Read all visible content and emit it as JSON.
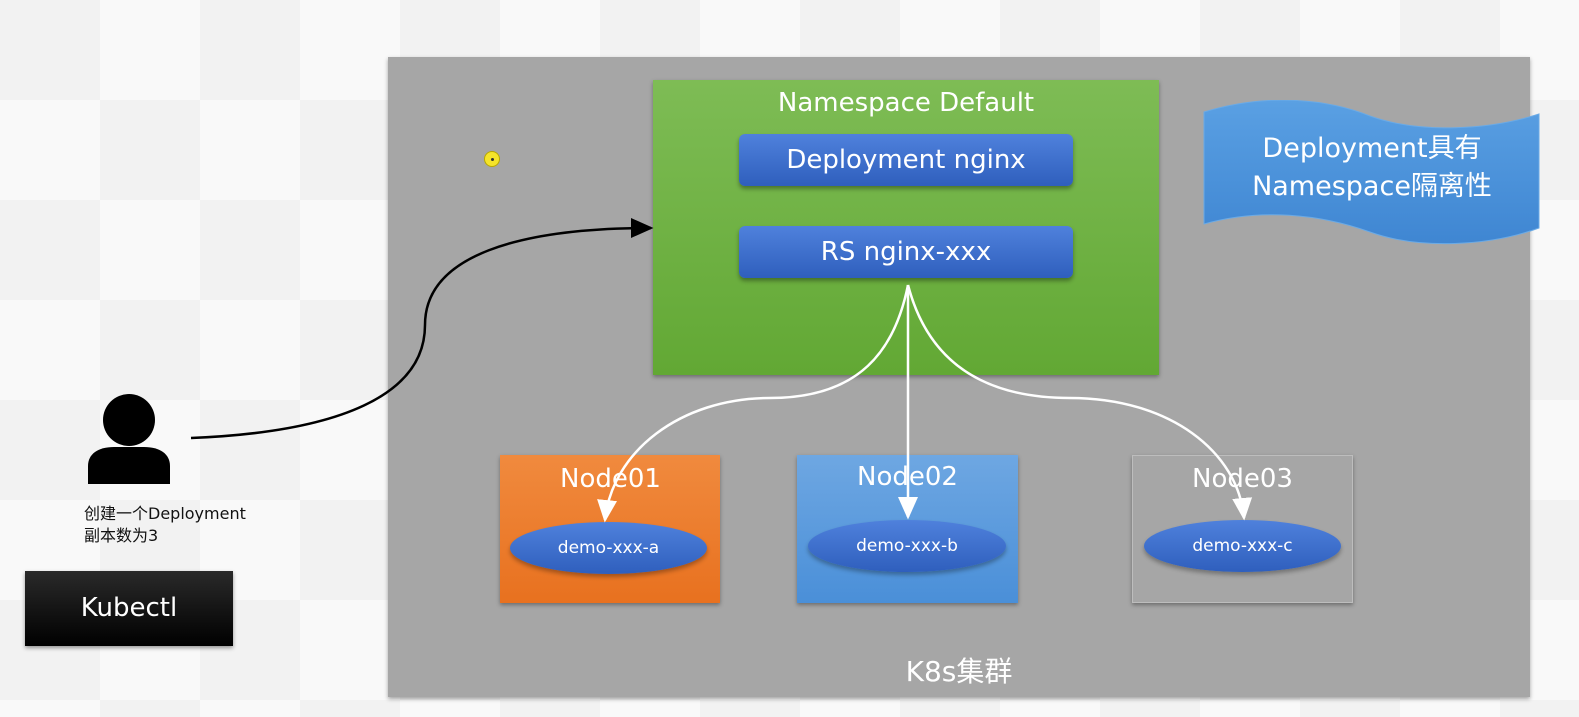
{
  "diagram": {
    "cluster_label": "K8s集群",
    "namespace_title": "Namespace Default",
    "deployment_label": "Deployment nginx",
    "rs_label": "RS nginx-xxx",
    "callout_line1": "Deployment具有",
    "callout_line2": "Namespace隔离性",
    "nodes": [
      {
        "label": "Node01",
        "pod": "demo-xxx-a"
      },
      {
        "label": "Node02",
        "pod": "demo-xxx-b"
      },
      {
        "label": "Node03",
        "pod": "demo-xxx-c"
      }
    ],
    "user_caption_line1": "创建一个Deployment",
    "user_caption_line2": "副本数为3",
    "kubectl_label": "Kubectl",
    "colors": {
      "cluster": "#a6a6a6",
      "namespace": "#70ad47",
      "pill": "#3a6fd0",
      "node01": "#ed7d31",
      "node02": "#5b9bd5",
      "node03": "#a6a6a6",
      "callout": "#4a90d9"
    },
    "icons": [
      "user-icon",
      "cursor-icon"
    ]
  }
}
